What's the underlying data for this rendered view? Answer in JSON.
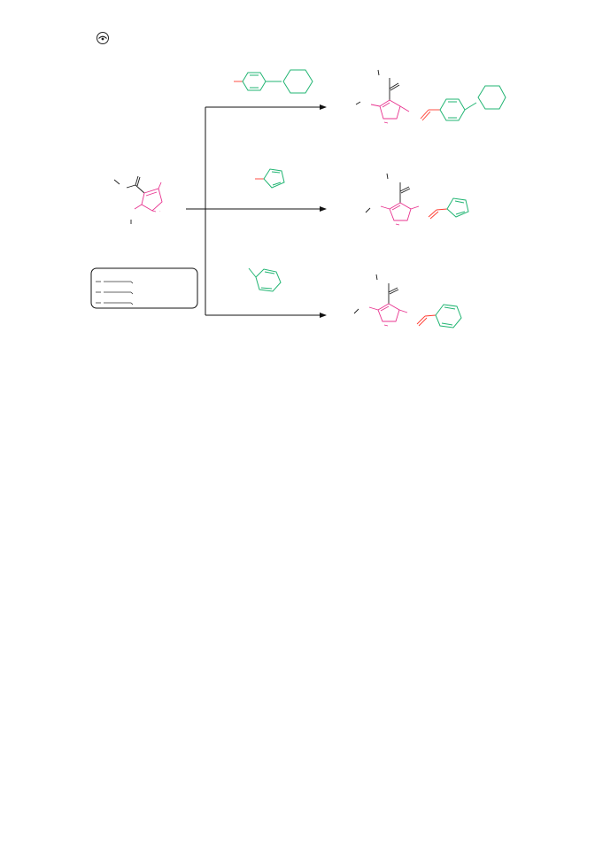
{
  "icons": {
    "logo": "publisher-seal-icon"
  },
  "colors": {
    "core_ring": "#e8338f",
    "aryl_fragment": "#22b573",
    "new_bond": "#ff3b30",
    "lines": "#111111"
  },
  "reagents": [
    {
      "name": "aryl-piperidine-reagent"
    },
    {
      "name": "thiophene-reagent"
    },
    {
      "name": "benzene-reagent"
    }
  ],
  "products": [
    {
      "name": "product-piperidine"
    },
    {
      "name": "product-thiophene"
    },
    {
      "name": "product-benzene"
    }
  ],
  "conditions": {
    "rows": [
      "",
      "",
      ""
    ]
  }
}
